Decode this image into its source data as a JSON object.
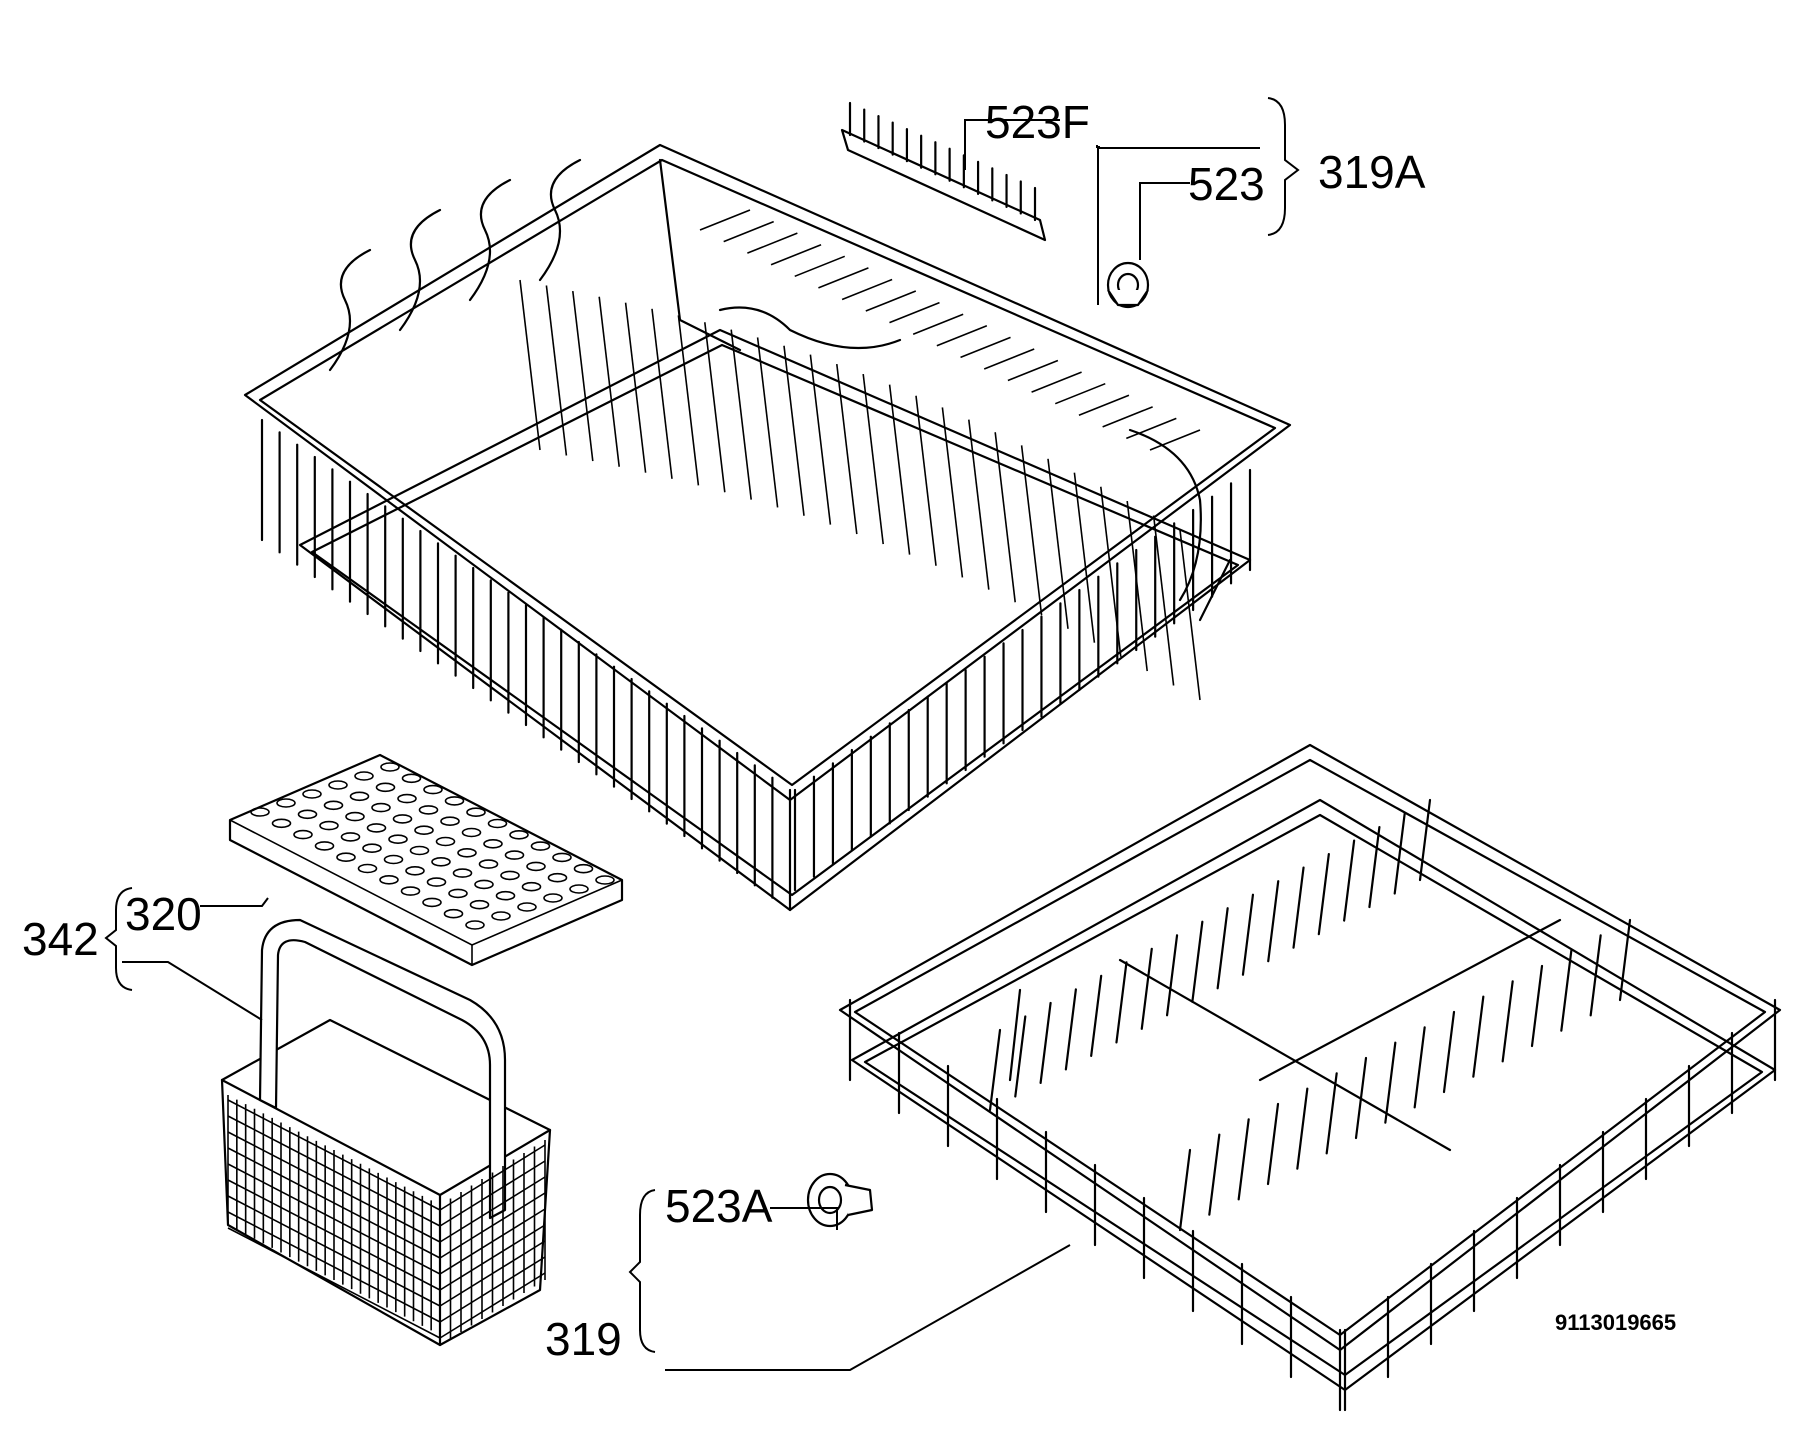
{
  "diagram": {
    "labels": {
      "label_523F": "523F",
      "label_523": "523",
      "label_319A": "319A",
      "label_342": "342",
      "label_320": "320",
      "label_523A": "523A",
      "label_319": "319"
    },
    "document_number": "9113019665",
    "parts": {
      "upper_basket": "upper-basket",
      "lower_basket": "lower-basket",
      "cutlery_basket": "cutlery-basket",
      "cutlery_lid": "cutlery-basket-lid",
      "cup_rack": "cup-rack",
      "wheel_upper": "upper-basket-wheel",
      "wheel_lower": "lower-basket-wheel"
    }
  }
}
